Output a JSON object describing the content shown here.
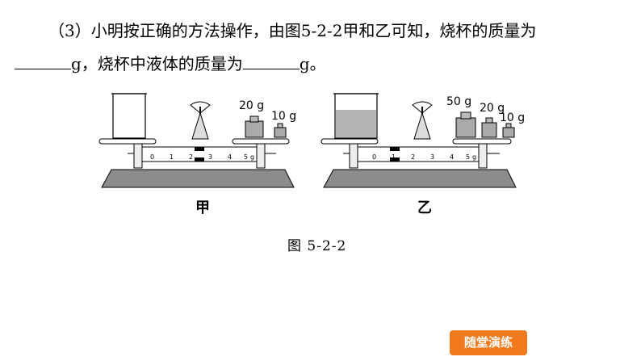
{
  "question": {
    "line1": "（3）小明按正确的方法操作，由图5-2-2甲和乙可知，烧杯的质量为",
    "line2_unit1": "g，烧杯中液体的质量为",
    "line2_unit2": "g。"
  },
  "figure": {
    "balance_a": {
      "label": "甲",
      "weights": [
        "20 g",
        "10 g"
      ],
      "scale_ticks": [
        "0",
        "1",
        "2",
        "3",
        "4",
        "5",
        "g"
      ]
    },
    "balance_b": {
      "label": "乙",
      "weights": [
        "50 g",
        "20 g",
        "10 g"
      ],
      "scale_ticks": [
        "0",
        "1",
        "2",
        "3",
        "4",
        "5",
        "g"
      ]
    },
    "caption": "图 5-2-2"
  },
  "badge": {
    "label": "随堂演练",
    "color": "#f07a1c"
  }
}
